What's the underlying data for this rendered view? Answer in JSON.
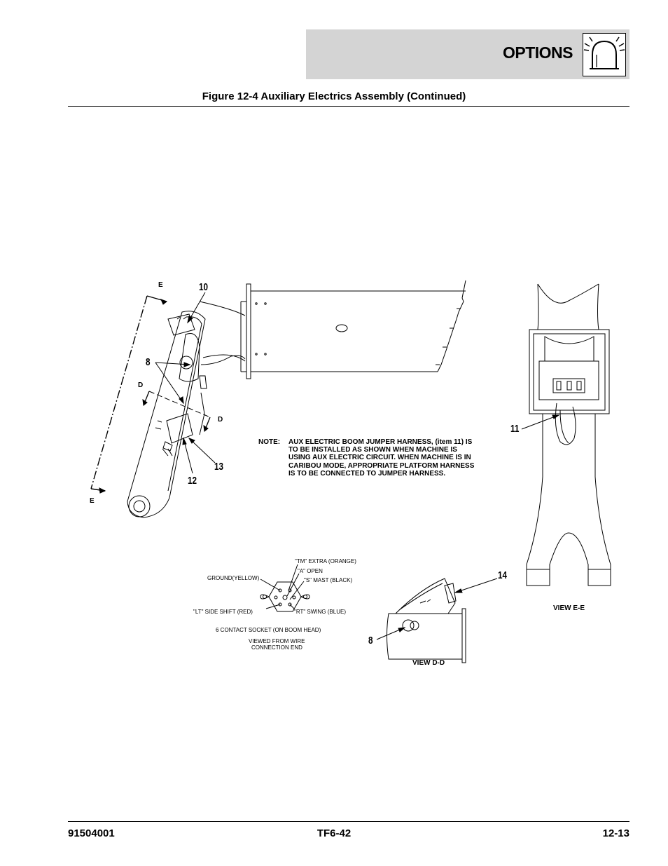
{
  "header": {
    "title": "OPTIONS",
    "icon": "beacon-light-icon"
  },
  "figure": {
    "title": "Figure 12-4 Auxiliary Electrics Assembly (Continued)"
  },
  "section_letters": {
    "e_top": "E",
    "e_bottom": "E",
    "d_left": "D",
    "d_right": "D"
  },
  "callouts": {
    "c10": "10",
    "c8_boom": "8",
    "c13": "13",
    "c12": "12",
    "c11": "11",
    "c14": "14",
    "c8_view": "8"
  },
  "note": {
    "label": "NOTE:",
    "lines": [
      "AUX ELECTRIC BOOM JUMPER HARNESS, (item 11) IS",
      "TO BE INSTALLED AS SHOWN WHEN MACHINE IS",
      "USING AUX ELECTRIC CIRCUIT. WHEN MACHINE IS IN",
      "CARIBOU MODE, APPROPRIATE PLATFORM HARNESS",
      "IS TO BE CONNECTED TO JUMPER HARNESS."
    ]
  },
  "socket": {
    "tm": "\"TM\" EXTRA (ORANGE)",
    "a": "\"A\" OPEN",
    "s": "\"S\" MAST (BLACK)",
    "ground": "GROUND(YELLOW)",
    "lt": "\"LT\" SIDE SHIFT (RED)",
    "rt": "\"RT\" SWING (BLUE)",
    "caption": "6 CONTACT SOCKET (ON BOOM HEAD)",
    "viewed_1": "VIEWED FROM WIRE",
    "viewed_2": "CONNECTION END"
  },
  "views": {
    "dd": "VIEW D-D",
    "ee": "VIEW E-E"
  },
  "footer": {
    "left": "91504001",
    "center": "TF6-42",
    "right": "12-13"
  }
}
